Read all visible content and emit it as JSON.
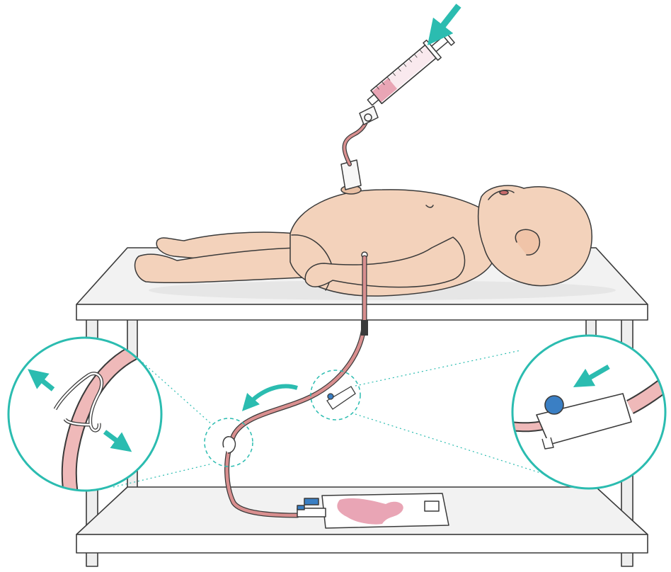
{
  "illustration": {
    "subject": "infant-manikin-on-table",
    "colors": {
      "line": "#3a3a3a",
      "skin": "#f3d2bb",
      "skin_shadow": "#e8bfa3",
      "tube": "#d98f8f",
      "tube_light": "#efb9b9",
      "fluid": "#e9a5b5",
      "accent": "#2bbcb0",
      "cap_blue": "#3a7fc4",
      "table_top": "#f2f2f2",
      "table_edge": "#ffffff",
      "leg": "#eeeeee"
    },
    "icons": {
      "arrows": [
        "arrow-push-icon",
        "arrow-pull-icon",
        "arrow-out-icon",
        "arrow-curve-icon",
        "arrow-connector-icon"
      ],
      "callouts": [
        "clamp-callout",
        "connector-callout"
      ]
    }
  }
}
